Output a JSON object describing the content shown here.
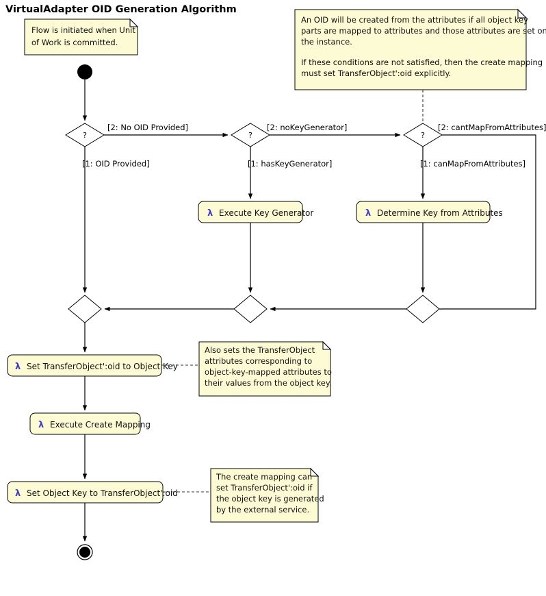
{
  "diagram": {
    "title": "VirtualAdapter OID Generation Algorithm",
    "type": "uml-activity-diagram",
    "colors": {
      "note_fill": "#fdfbd4",
      "action_fill": "#fdfbd4",
      "outline": "#000000",
      "lambda_accent": "#3b3bd0",
      "background": "#ffffff"
    }
  },
  "notes": [
    {
      "id": "note-start",
      "lines": [
        "Flow is initiated when Unit",
        "of Work is committed."
      ]
    },
    {
      "id": "note-oid-attributes",
      "lines": [
        "An OID will be created from the attributes if all object key",
        "parts are mapped to attributes and those attributes are set on",
        "the instance.",
        "",
        "If these conditions are not satisfied, then the create mapping",
        "must set TransferObject':oid explicitly."
      ]
    },
    {
      "id": "note-also-sets",
      "lines": [
        "Also sets the TransferObject",
        "attributes corresponding to",
        "object-key-mapped attributes to",
        "their values from the object key."
      ]
    },
    {
      "id": "note-create-mapping",
      "lines": [
        "The create mapping can",
        "set TransferObject':oid if",
        "the object key is generated",
        "by the external service."
      ]
    }
  ],
  "nodes": {
    "start": {
      "name": "initial-node",
      "symbol": "filled-circle"
    },
    "end": {
      "name": "final-node",
      "symbol": "bullseye-circle"
    },
    "decisions": [
      {
        "id": "decision-oid-provided",
        "mark": "?"
      },
      {
        "id": "decision-key-generator",
        "mark": "?"
      },
      {
        "id": "decision-map-from-attributes",
        "mark": "?"
      }
    ],
    "merges": [
      {
        "id": "merge-left"
      },
      {
        "id": "merge-middle"
      },
      {
        "id": "merge-right"
      }
    ]
  },
  "actions": [
    {
      "id": "action-execute-key-generator",
      "icon": "lambda",
      "label": "Execute Key Generator"
    },
    {
      "id": "action-determine-key-from-attributes",
      "icon": "lambda",
      "label": "Determine Key from Attributes"
    },
    {
      "id": "action-set-oid-to-object-key",
      "icon": "lambda",
      "label": "Set TransferObject':oid to Object Key"
    },
    {
      "id": "action-execute-create-mapping",
      "icon": "lambda",
      "label": "Execute Create Mapping"
    },
    {
      "id": "action-set-object-key-to-oid",
      "icon": "lambda",
      "label": "Set Object Key to TransferObject':oid"
    }
  ],
  "guards": [
    {
      "id": "guard-no-oid-provided",
      "text": "[2: No OID Provided]"
    },
    {
      "id": "guard-oid-provided",
      "text": "[1: OID Provided]"
    },
    {
      "id": "guard-no-key-generator",
      "text": "[2: noKeyGenerator]"
    },
    {
      "id": "guard-has-key-generator",
      "text": "[1: hasKeyGenerator]"
    },
    {
      "id": "guard-cant-map-from-attributes",
      "text": "[2: cantMapFromAttributes]"
    },
    {
      "id": "guard-can-map-from-attributes",
      "text": "[1: canMapFromAttributes]"
    }
  ],
  "lambda_symbol": "λ"
}
